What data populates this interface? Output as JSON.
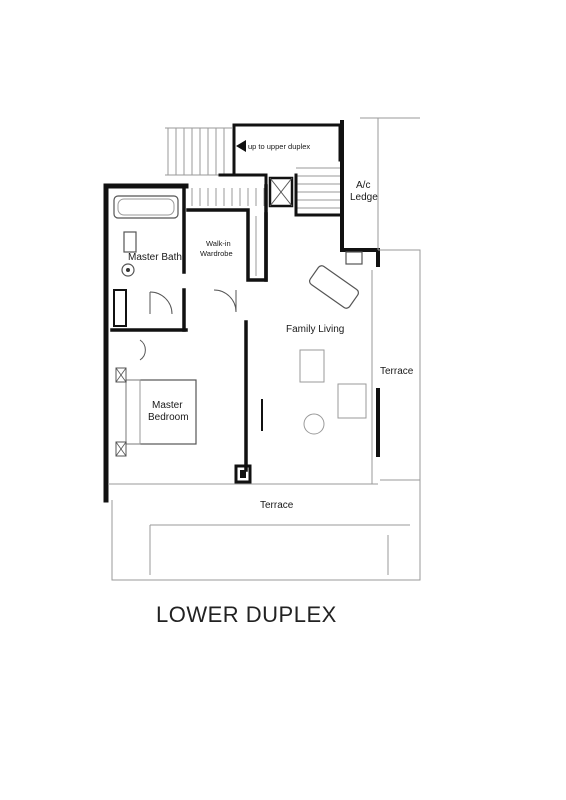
{
  "plan": {
    "title": "LOWER DUPLEX",
    "rooms": {
      "master_bath": "Master Bath",
      "walk_in_line1": "Walk-in",
      "walk_in_line2": "Wardrobe",
      "family_living": "Family Living",
      "master_bedroom_line1": "Master",
      "master_bedroom_line2": "Bedroom",
      "terrace_right": "Terrace",
      "terrace_bottom": "Terrace",
      "ac_ledge_line1": "A/c",
      "ac_ledge_line2": "Ledge"
    },
    "annotations": {
      "stairs_note": "up to upper duplex"
    }
  }
}
